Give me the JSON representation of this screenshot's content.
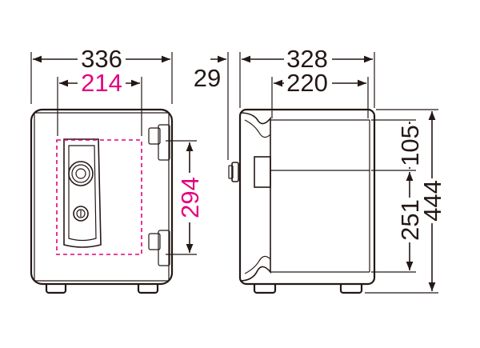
{
  "front_view": {
    "width_label": "336",
    "inner_width_label": "214",
    "inner_height_label": "294"
  },
  "side_view": {
    "handle_depth_label": "29",
    "depth_label": "328",
    "inner_depth_label": "220",
    "top_offset_label": "105",
    "inner_height_label": "251",
    "height_label": "444"
  },
  "colors": {
    "line": "#231815",
    "inner_dimension": "#e4007f"
  }
}
